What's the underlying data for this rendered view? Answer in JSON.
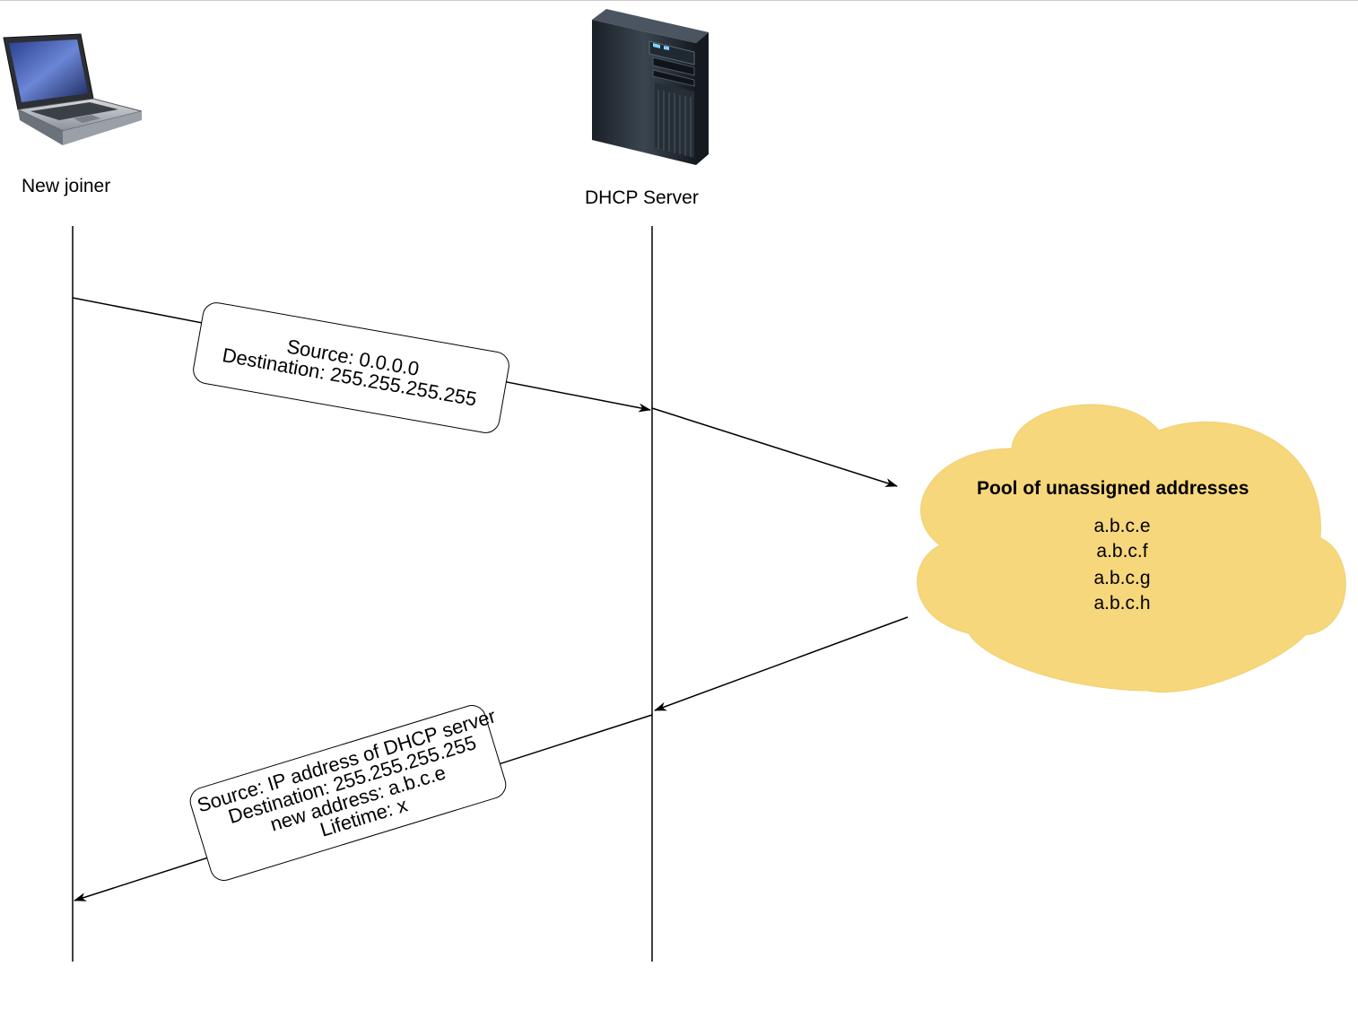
{
  "actors": {
    "client": {
      "label": "New joiner",
      "icon": "laptop-icon"
    },
    "server": {
      "label": "DHCP Server",
      "icon": "server-tower-icon"
    }
  },
  "request": {
    "source": "Source: 0.0.0.0",
    "destination": "Destination: 255.255.255.255"
  },
  "pool": {
    "title": "Pool of unassigned addresses",
    "addresses": [
      "a.b.c.e",
      "a.b.c.f",
      "a.b.c.g",
      "a.b.c.h"
    ],
    "color": "#f7d77c"
  },
  "response": {
    "source": "Source: IP address of DHCP server",
    "destination": "Destination: 255.255.255.255",
    "new_address": "new address: a.b.c.e",
    "lifetime": "Lifetime: x"
  }
}
